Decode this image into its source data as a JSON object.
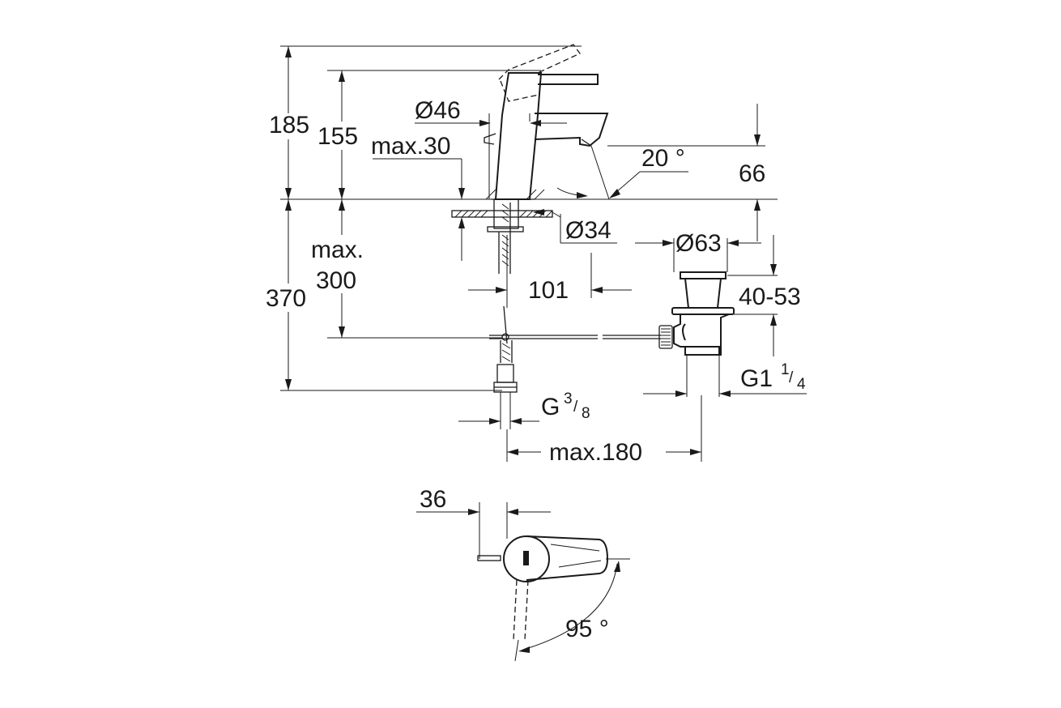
{
  "dimensions": {
    "total_height": "185",
    "spout_height": "155",
    "body_diameter": "Ø46",
    "deck_thickness": "max.30",
    "spout_angle": "20 °",
    "spout_outlet_height": "66",
    "hole_diameter": "Ø34",
    "waste_diameter": "Ø63",
    "below_deck": "370",
    "max_label": "max.",
    "max_value": "300",
    "spout_projection": "101",
    "waste_range": "40-53",
    "waste_thread": "G1",
    "waste_thread_num": "1",
    "waste_thread_den": "4",
    "supply_thread": "G",
    "supply_thread_num": "3",
    "supply_thread_den": "8",
    "waste_distance": "max.180",
    "handle_offset": "36",
    "rotation_angle": "95 °"
  }
}
